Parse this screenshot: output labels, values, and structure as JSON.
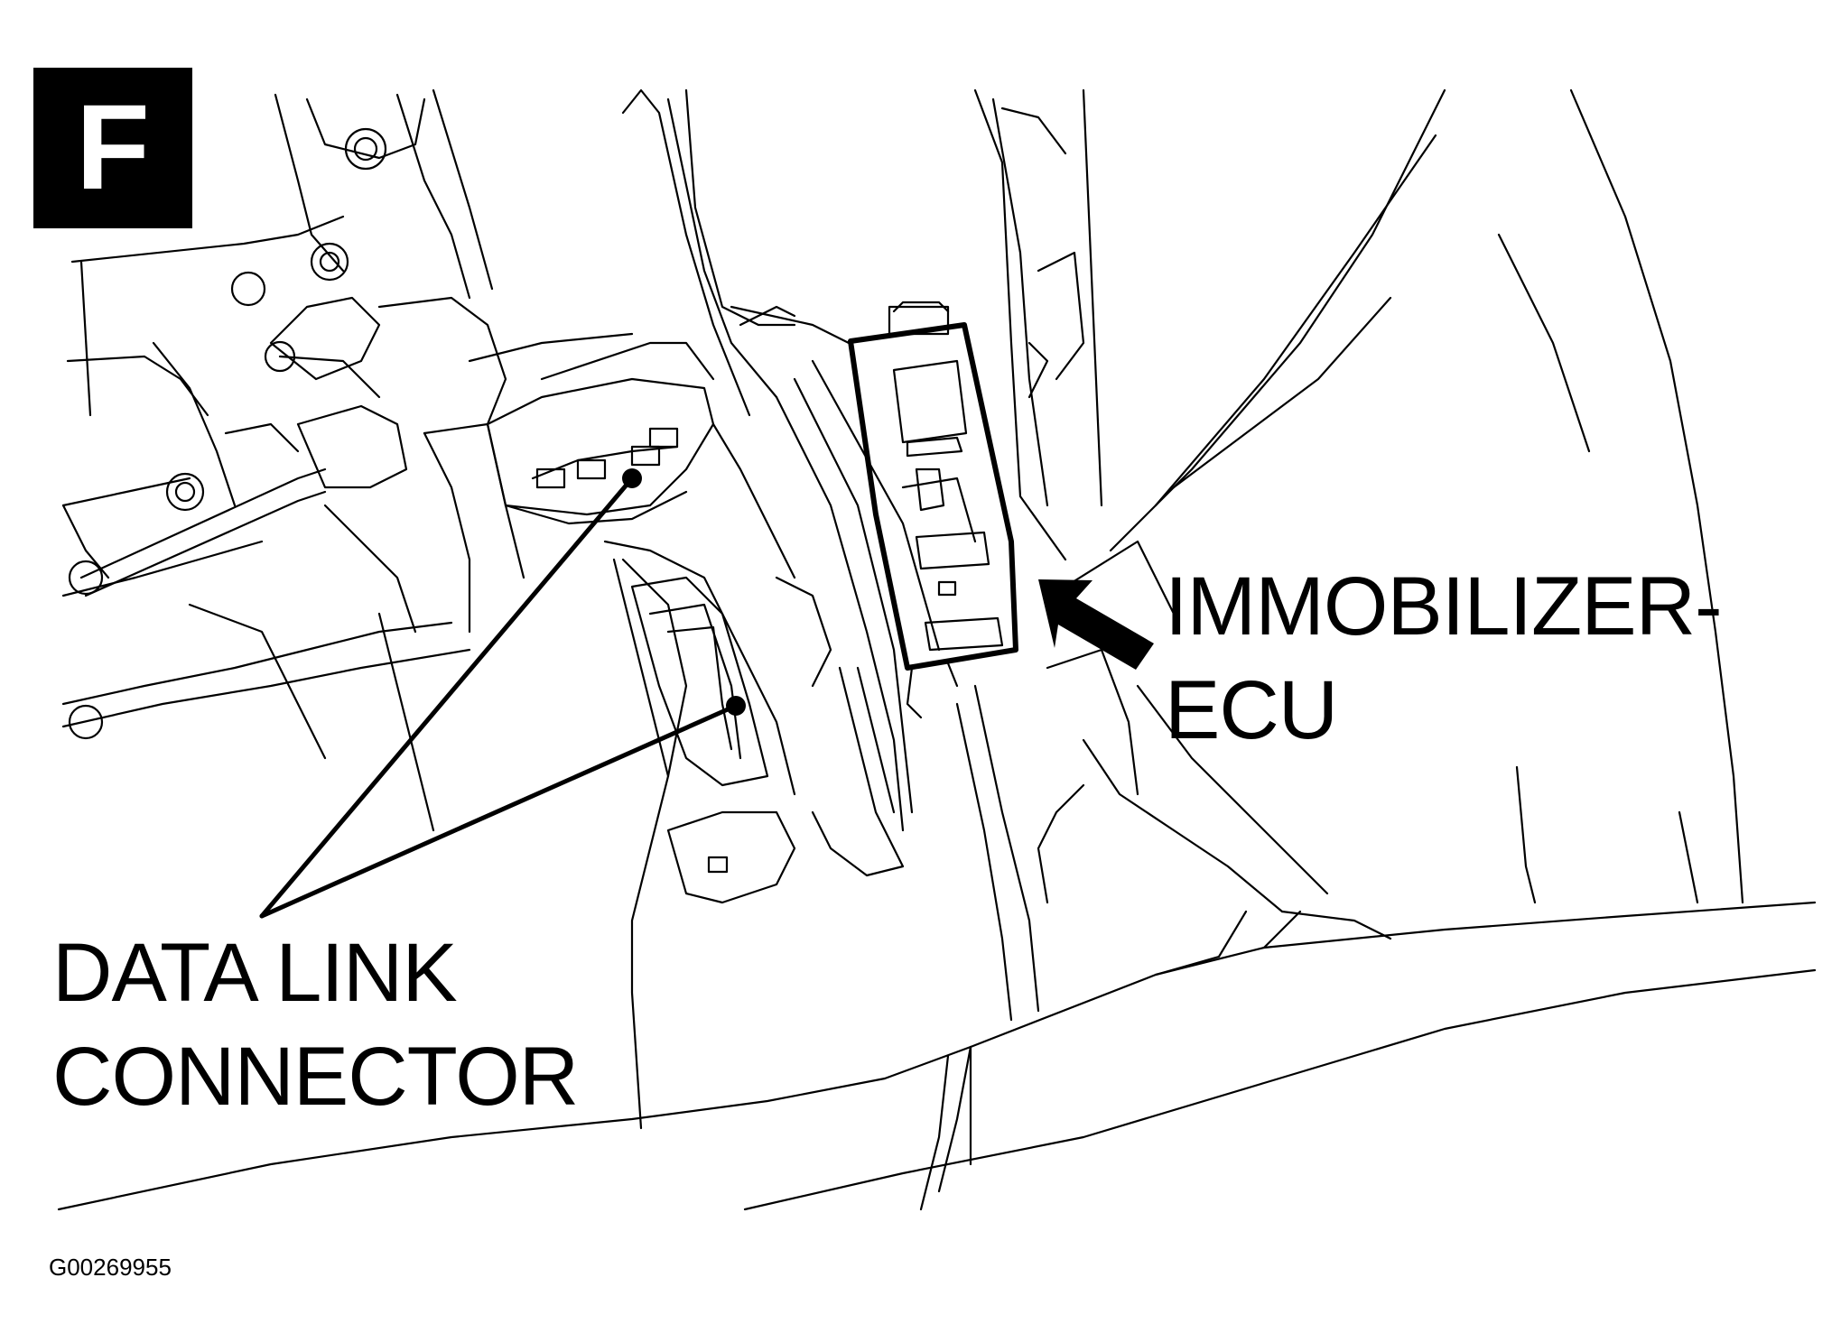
{
  "badge": {
    "letter": "F"
  },
  "labels": {
    "immobilizer_line1": "IMMOBILIZER-",
    "immobilizer_line2": "ECU",
    "dlc_line1": "DATA LINK",
    "dlc_line2": "CONNECTOR"
  },
  "figure_id": "G00269955"
}
